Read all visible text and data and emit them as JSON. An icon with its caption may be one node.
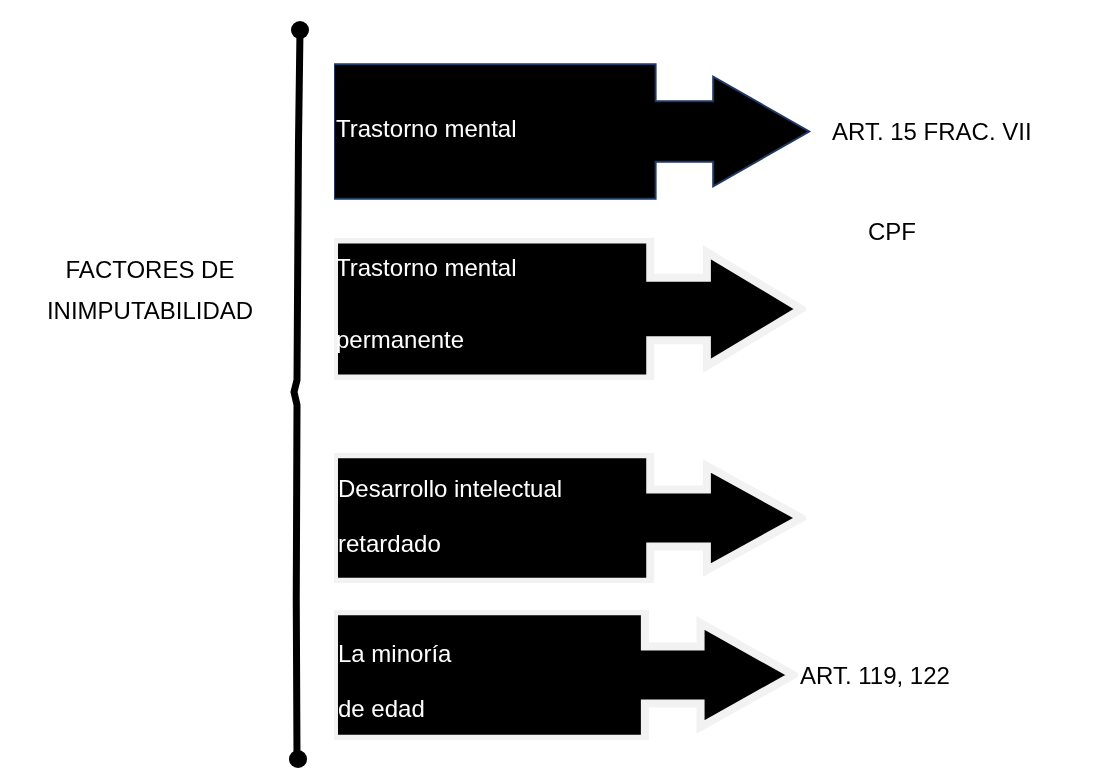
{
  "diagram": {
    "nodes": [
      {
        "text": [
          "FACTORES DE INIMPUTABILIDAD"
        ]
      },
      {
        "text": [
          "Trastorno mental"
        ],
        "beside": [
          "ART. 15 FRAC. VII",
          "CPF"
        ]
      },
      {
        "text": [
          "Trastorno mental permanente"
        ]
      },
      {
        "text": [
          "Desarrollo intelectual retardado"
        ]
      },
      {
        "text": [
          "La minoría de edad"
        ],
        "beside": [
          "ART. 119, 122"
        ]
      }
    ]
  }
}
